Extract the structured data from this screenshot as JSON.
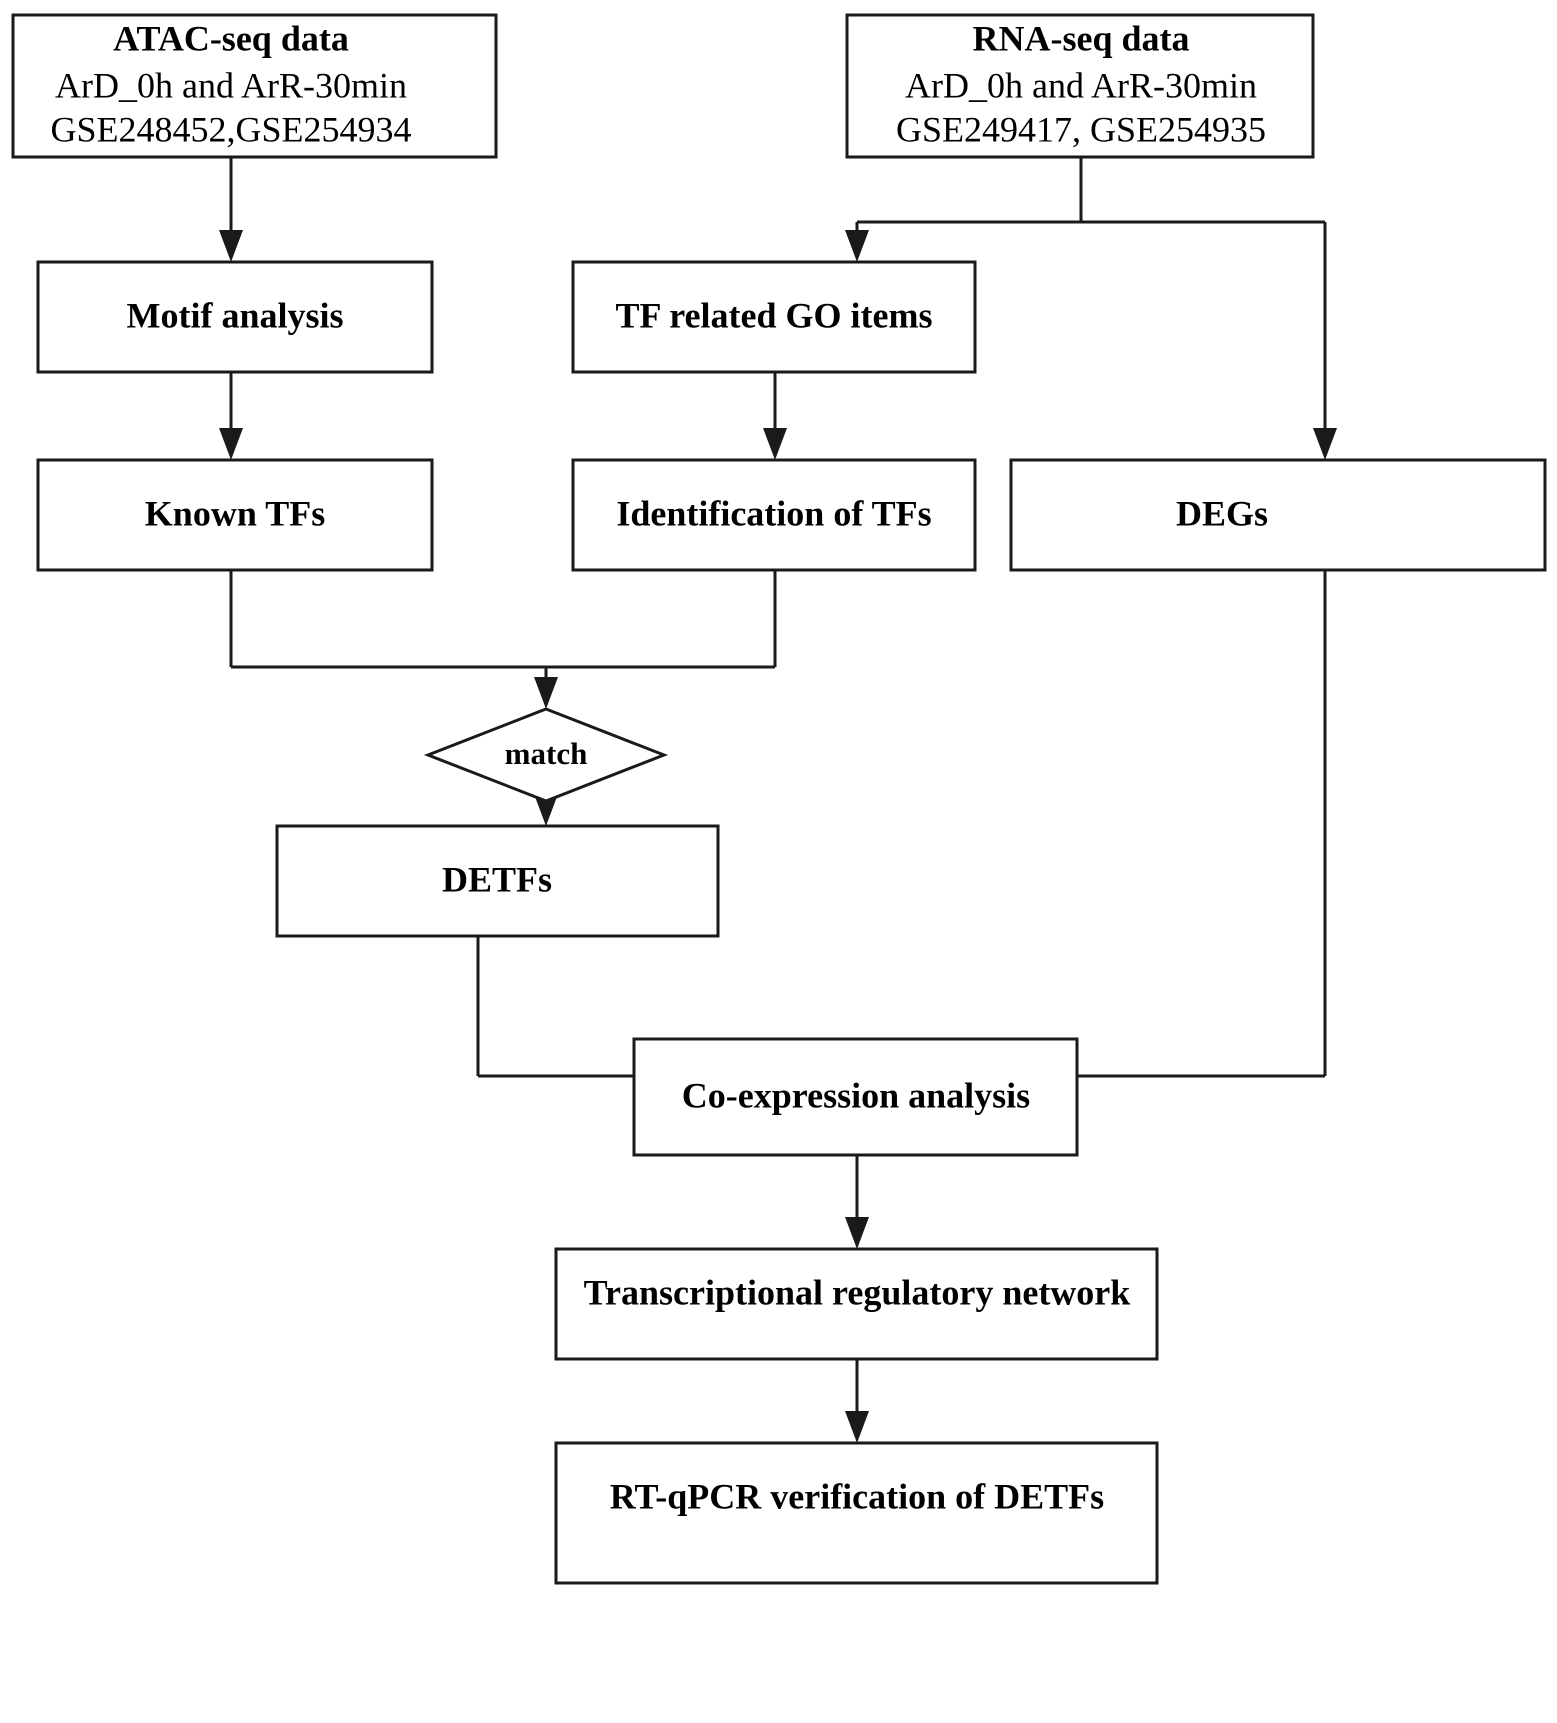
{
  "diagram": {
    "type": "flowchart",
    "title": "",
    "orientation": "top-to-bottom",
    "background_color": "#ffffff",
    "line_color": "#1a1a1a",
    "text_color": "#000000"
  },
  "nodes": {
    "atac_seq_data": {
      "shape": "rectangle",
      "line1": "ATAC-seq data",
      "line2": "ArD_0h and ArR-30min",
      "line3": "GSE248452,GSE254934"
    },
    "rna_seq_data": {
      "shape": "rectangle",
      "line1": "RNA-seq data",
      "line2": "ArD_0h and ArR-30min",
      "line3": "GSE249417, GSE254935"
    },
    "motif_analysis": {
      "shape": "rectangle",
      "label": "Motif analysis"
    },
    "tf_related_go_items": {
      "shape": "rectangle",
      "label": "TF related GO items"
    },
    "known_tfs": {
      "shape": "rectangle",
      "label": "Known TFs"
    },
    "identification_of_tfs": {
      "shape": "rectangle",
      "label": "Identification of TFs"
    },
    "degs": {
      "shape": "rectangle",
      "label": "DEGs"
    },
    "match": {
      "shape": "diamond",
      "label": "match"
    },
    "detfs": {
      "shape": "rectangle",
      "label": "DETFs"
    },
    "co_expression_analysis": {
      "shape": "rectangle",
      "label": "Co-expression analysis"
    },
    "transcriptional_regulatory_network": {
      "shape": "rectangle",
      "label": "Transcriptional regulatory network"
    },
    "rt_qpcr_verification": {
      "shape": "rectangle",
      "label": "RT-qPCR verification of DETFs"
    }
  },
  "edges": [
    {
      "from": "atac_seq_data",
      "to": "motif_analysis"
    },
    {
      "from": "rna_seq_data",
      "to": "tf_related_go_items"
    },
    {
      "from": "rna_seq_data",
      "to": "degs"
    },
    {
      "from": "motif_analysis",
      "to": "known_tfs"
    },
    {
      "from": "tf_related_go_items",
      "to": "identification_of_tfs"
    },
    {
      "from": "known_tfs",
      "to": "match"
    },
    {
      "from": "identification_of_tfs",
      "to": "match"
    },
    {
      "from": "match",
      "to": "detfs"
    },
    {
      "from": "detfs",
      "to": "co_expression_analysis"
    },
    {
      "from": "degs",
      "to": "co_expression_analysis"
    },
    {
      "from": "co_expression_analysis",
      "to": "transcriptional_regulatory_network"
    },
    {
      "from": "transcriptional_regulatory_network",
      "to": "rt_qpcr_verification"
    }
  ]
}
